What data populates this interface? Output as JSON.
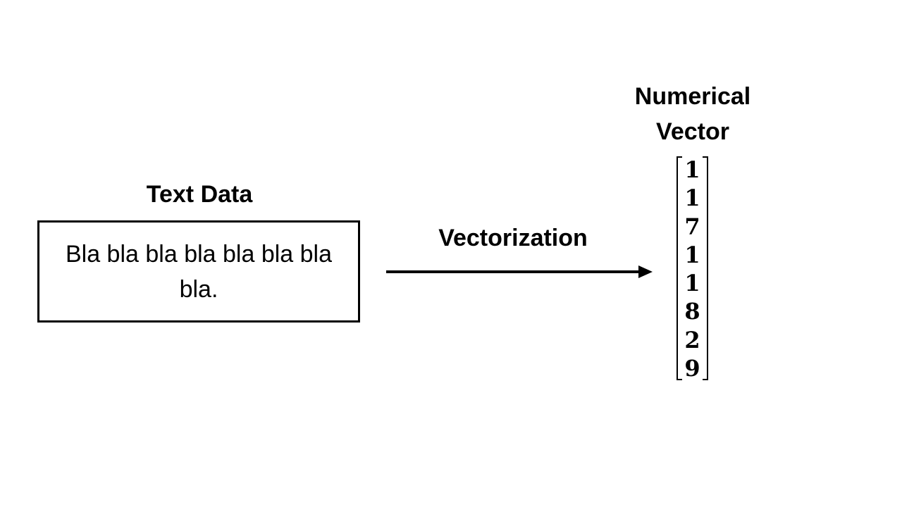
{
  "text_data": {
    "title": "Text Data",
    "content": "Bla bla bla bla bla bla bla bla."
  },
  "transform": {
    "label": "Vectorization"
  },
  "numerical_vector": {
    "title": "Numerical Vector",
    "values": [
      "1",
      "1",
      "7",
      "1",
      "1",
      "8",
      "2",
      "9"
    ]
  }
}
